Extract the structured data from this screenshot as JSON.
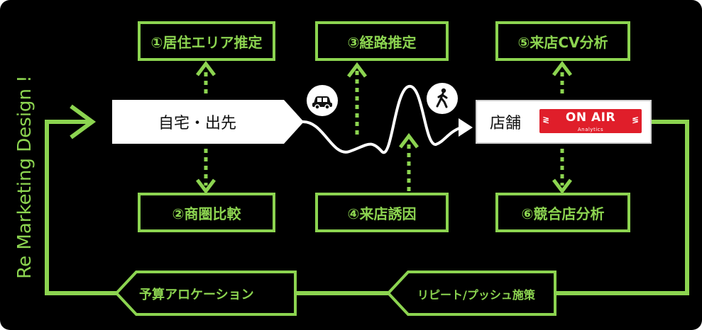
{
  "vertical_title": "Re Marketing Design !",
  "nodes": {
    "home": "自宅・出先",
    "store": "店舗",
    "onair_logo": {
      "main": "ON AIR",
      "sub": "Analytics"
    }
  },
  "steps": [
    {
      "label": "①居住エリア推定"
    },
    {
      "label": "②商圏比較"
    },
    {
      "label": "③経路推定"
    },
    {
      "label": "④来店誘因"
    },
    {
      "label": "⑤来店CV分析"
    },
    {
      "label": "⑥競合店分析"
    }
  ],
  "loop": {
    "budget": "予算アロケーション",
    "repeat": "リピート/プッシュ施策"
  },
  "icons": {
    "car": "car-icon",
    "walk": "walking-person-icon"
  },
  "colors": {
    "accent": "#8cd450",
    "background": "#000000",
    "brand_red": "#e01e2a"
  }
}
